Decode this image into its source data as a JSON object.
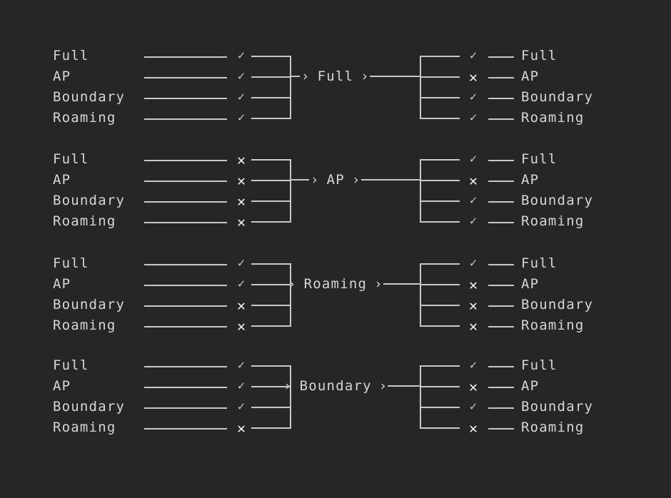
{
  "diagram": {
    "title": "state-transition-truth-table",
    "background_color": "#262626",
    "line_color": "#c8c8c8",
    "text_color": "#d6d6d6",
    "mark_true": "✓",
    "mark_false": "✕",
    "chevron": "›",
    "states": [
      "Full",
      "AP",
      "Boundary",
      "Roaming"
    ],
    "groups": [
      {
        "transition": "Full",
        "inputs": [
          {
            "state": "Full",
            "value": "✓",
            "kind": "ok"
          },
          {
            "state": "AP",
            "value": "✓",
            "kind": "ok"
          },
          {
            "state": "Boundary",
            "value": "✓",
            "kind": "ok"
          },
          {
            "state": "Roaming",
            "value": "✓",
            "kind": "ok"
          }
        ],
        "outputs": [
          {
            "state": "Full",
            "value": "✓",
            "kind": "ok"
          },
          {
            "state": "AP",
            "value": "✕",
            "kind": "no"
          },
          {
            "state": "Boundary",
            "value": "✓",
            "kind": "ok"
          },
          {
            "state": "Roaming",
            "value": "✓",
            "kind": "ok"
          }
        ]
      },
      {
        "transition": "AP",
        "inputs": [
          {
            "state": "Full",
            "value": "✕",
            "kind": "no"
          },
          {
            "state": "AP",
            "value": "✕",
            "kind": "no"
          },
          {
            "state": "Boundary",
            "value": "✕",
            "kind": "no"
          },
          {
            "state": "Roaming",
            "value": "✕",
            "kind": "no"
          }
        ],
        "outputs": [
          {
            "state": "Full",
            "value": "✓",
            "kind": "ok"
          },
          {
            "state": "AP",
            "value": "✕",
            "kind": "no"
          },
          {
            "state": "Boundary",
            "value": "✓",
            "kind": "ok"
          },
          {
            "state": "Roaming",
            "value": "✓",
            "kind": "ok"
          }
        ]
      },
      {
        "transition": "Roaming",
        "inputs": [
          {
            "state": "Full",
            "value": "✓",
            "kind": "ok"
          },
          {
            "state": "AP",
            "value": "✓",
            "kind": "ok"
          },
          {
            "state": "Boundary",
            "value": "✕",
            "kind": "no"
          },
          {
            "state": "Roaming",
            "value": "✕",
            "kind": "no"
          }
        ],
        "outputs": [
          {
            "state": "Full",
            "value": "✓",
            "kind": "ok"
          },
          {
            "state": "AP",
            "value": "✕",
            "kind": "no"
          },
          {
            "state": "Boundary",
            "value": "✕",
            "kind": "no"
          },
          {
            "state": "Roaming",
            "value": "✕",
            "kind": "no"
          }
        ]
      },
      {
        "transition": "Boundary",
        "inputs": [
          {
            "state": "Full",
            "value": "✓",
            "kind": "ok"
          },
          {
            "state": "AP",
            "value": "✓",
            "kind": "ok"
          },
          {
            "state": "Boundary",
            "value": "✓",
            "kind": "ok"
          },
          {
            "state": "Roaming",
            "value": "✕",
            "kind": "no"
          }
        ],
        "outputs": [
          {
            "state": "Full",
            "value": "✓",
            "kind": "ok"
          },
          {
            "state": "AP",
            "value": "✕",
            "kind": "no"
          },
          {
            "state": "Boundary",
            "value": "✓",
            "kind": "ok"
          },
          {
            "state": "Roaming",
            "value": "✕",
            "kind": "no"
          }
        ]
      }
    ]
  }
}
